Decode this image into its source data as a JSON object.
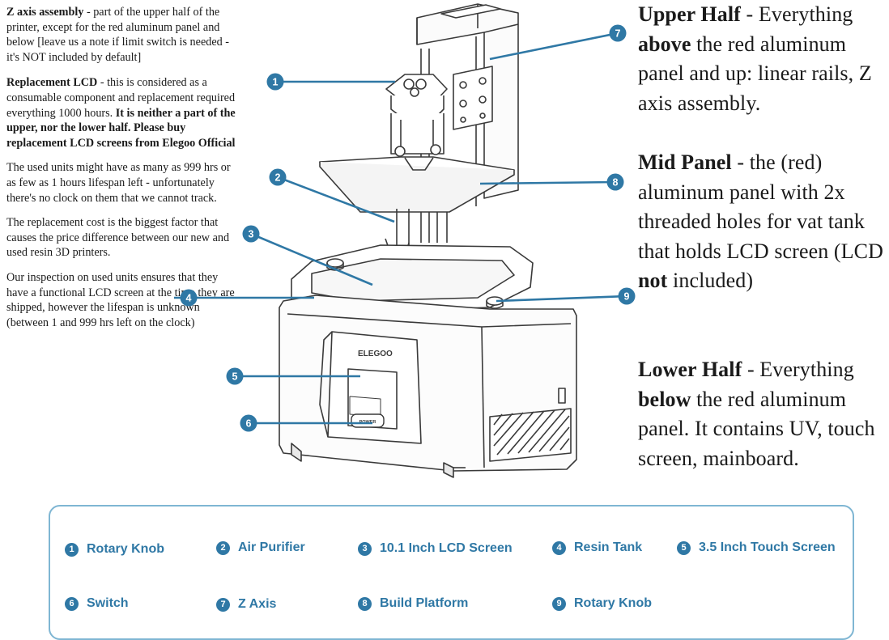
{
  "left_notes": {
    "p1": {
      "bold": "Z axis assembly",
      "text": " - part of the upper half of the printer, except for the red aluminum panel and below [leave us a note if limit switch is needed - it's NOT included by default]"
    },
    "p2": {
      "bold": "Replacement LCD",
      "text": " - this is considered as a consumable component and replacement required everything 1000 hours. ",
      "bold2": "It is neither a part of the upper, nor the lower half. Please buy replacement LCD screens from Elegoo Official"
    },
    "p3": "The used units might have as many as 999 hrs or as few as 1 hours lifespan left - unfortunately there's no clock on them that we cannot track.",
    "p4": "The replacement cost is the biggest factor that causes the price difference between our new and used resin 3D printers.",
    "p5": "Our inspection on used units ensures that they have a functional LCD screen at the time they are shipped, however the lifespan is unknown (between 1 and 999 hrs left on the clock)"
  },
  "right_notes": {
    "upper": {
      "title": "Upper Half",
      "pre": " - Everything ",
      "emph": "above",
      "post": " the red aluminum panel and up: linear rails, Z axis assembly."
    },
    "mid": {
      "title": "Mid Panel",
      "pre": " - the (red) aluminum panel with 2x threaded holes for vat tank that holds LCD screen (LCD ",
      "emph": "not",
      "post": " included)"
    },
    "lower": {
      "title": "Lower Half",
      "pre": " - Everything ",
      "emph": "below",
      "post": " the red aluminum panel. It contains UV, touch screen, mainboard."
    }
  },
  "drawing": {
    "brand": "ELEGOO",
    "power_label": "POWER",
    "callouts": [
      "1",
      "2",
      "3",
      "4",
      "5",
      "6",
      "7",
      "8",
      "9"
    ]
  },
  "legend": [
    {
      "num": "1",
      "label": "Rotary Knob"
    },
    {
      "num": "2",
      "label": "Air Purifier"
    },
    {
      "num": "3",
      "label": "10.1 Inch LCD Screen"
    },
    {
      "num": "4",
      "label": "Resin Tank"
    },
    {
      "num": "5",
      "label": "3.5 Inch Touch Screen"
    },
    {
      "num": "6",
      "label": "Switch"
    },
    {
      "num": "7",
      "label": "Z Axis"
    },
    {
      "num": "8",
      "label": "Build Platform"
    },
    {
      "num": "9",
      "label": "Rotary Knob"
    }
  ],
  "colors": {
    "accent": "#2f78a5",
    "legend_border": "#7fb6d3",
    "line": "#3a3a3a"
  }
}
